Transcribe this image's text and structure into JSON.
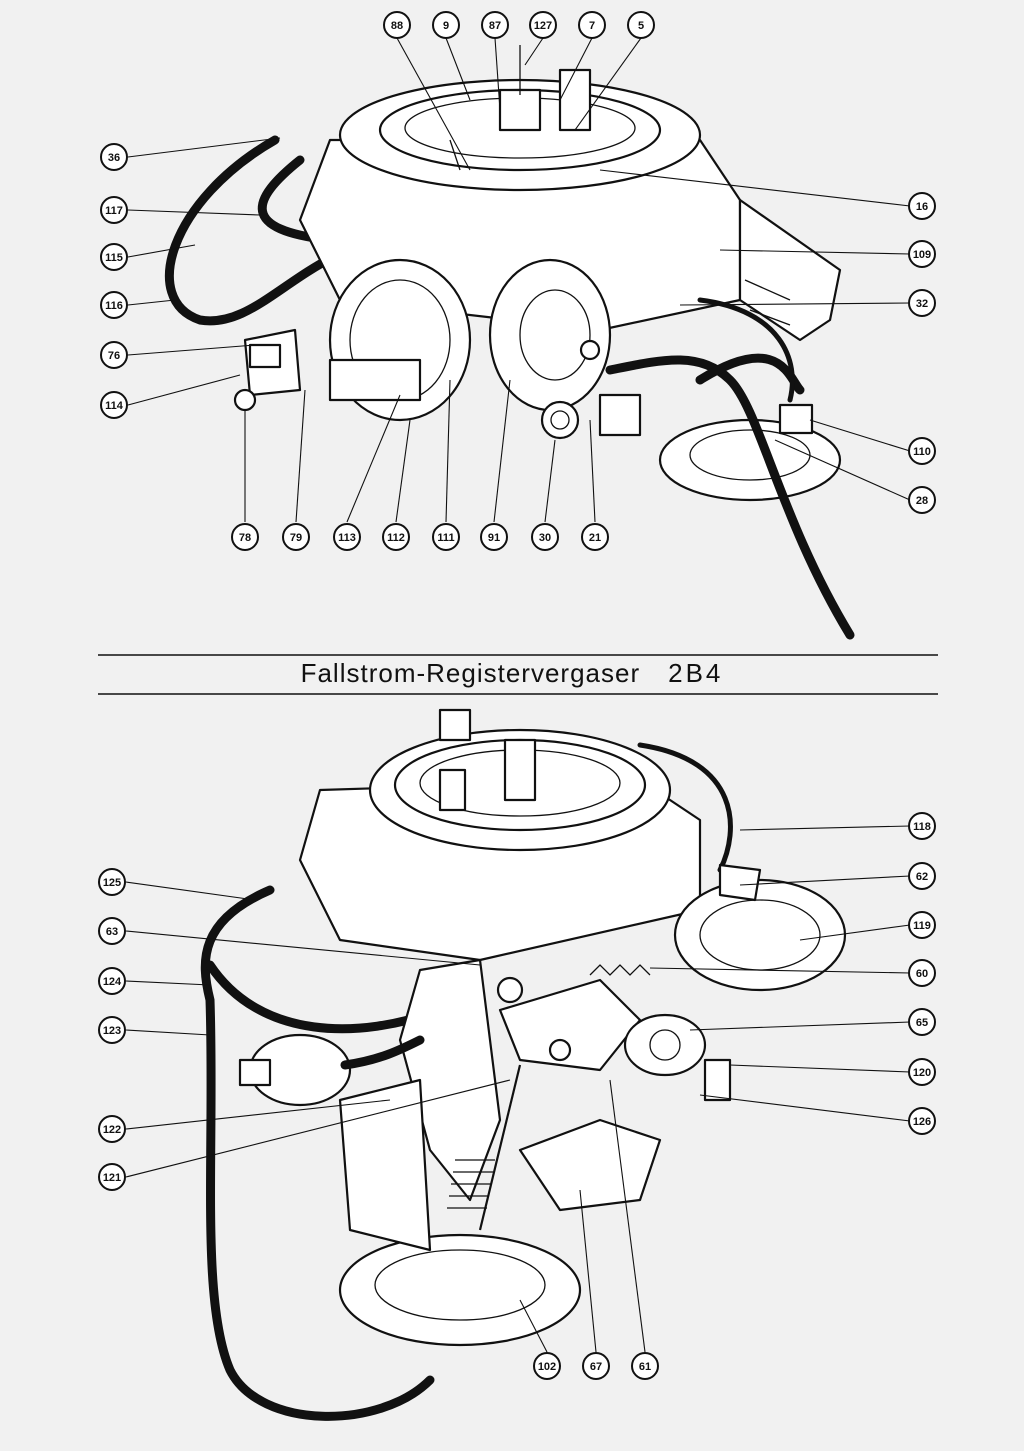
{
  "title": {
    "text": "Fallstrom-Registervergaser",
    "model": "2B4"
  },
  "callouts_top": [
    "88",
    "9",
    "87",
    "127",
    "7",
    "5",
    "36",
    "117",
    "115",
    "116",
    "76",
    "114",
    "16",
    "109",
    "32",
    "110",
    "28",
    "78",
    "79",
    "113",
    "112",
    "111",
    "91",
    "30",
    "21"
  ],
  "callouts_bottom": [
    "118",
    "62",
    "119",
    "125",
    "60",
    "63",
    "124",
    "123",
    "65",
    "120",
    "126",
    "122",
    "121",
    "102",
    "67",
    "61"
  ],
  "colors": {
    "ink": "#111111",
    "paper": "#f1f1f1"
  }
}
